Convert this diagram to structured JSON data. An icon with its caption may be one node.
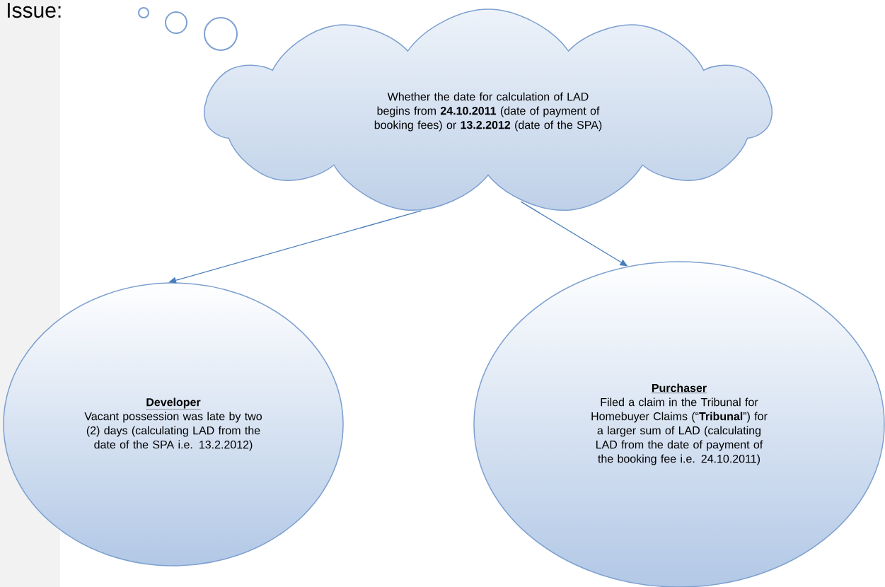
{
  "diagram": {
    "nodes": [
      {
        "text": [
          "Whether the date for calculation of LAD begins from **24.10.2011** (date of payment of booking fees) or **13.2.2012** (date of the SPA)"
        ]
      },
      {
        "text": [
          "Developer",
          "Vacant possession was late by two (2) days (calculating LAD from the date of the SPA i.e. 13.2.2012)"
        ]
      },
      {
        "text": [
          "Purchaser",
          "Filed a claim in the Tribunal for Homebuyer Claims (“**Tribunal**”) for a larger sum of LAD (calculating LAD from the date of payment of the booking fee i.e. 24.10.2011)"
        ]
      }
    ],
    "edges": [
      {
        "from": 0,
        "to": 1,
        "arrow": "to"
      },
      {
        "from": 0,
        "to": 2,
        "arrow": "to"
      }
    ],
    "labels": [
      "Issue:"
    ]
  }
}
